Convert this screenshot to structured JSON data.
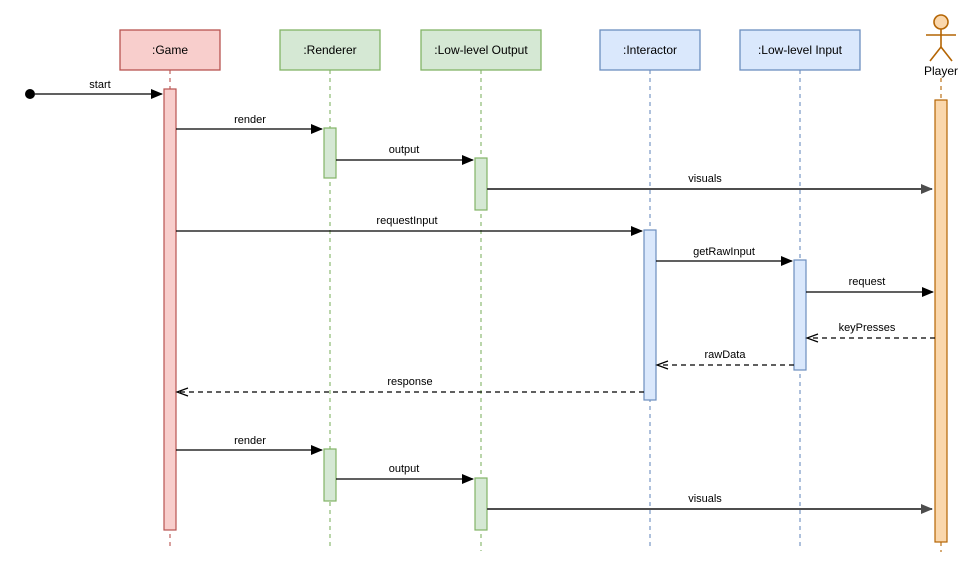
{
  "diagram_type": "uml-sequence-diagram",
  "colors": {
    "background": "#ffffff",
    "red_fill": "#f8cecc",
    "red_stroke": "#b85450",
    "green_fill": "#d5e8d4",
    "green_stroke": "#82b366",
    "blue_fill": "#dae8fc",
    "blue_stroke": "#6c8ebf",
    "orange_fill": "#fad7ac",
    "orange_stroke": "#b46504",
    "arrow": "#000000",
    "visuals_arrow": "#4d4d4d"
  },
  "participants": [
    {
      "label": ":Game",
      "shape": "box",
      "palette": "red"
    },
    {
      "label": ":Renderer",
      "shape": "box",
      "palette": "green"
    },
    {
      "label": ":Low-level Output",
      "shape": "box",
      "palette": "green"
    },
    {
      "label": ":Interactor",
      "shape": "box",
      "palette": "blue"
    },
    {
      "label": ":Low-level Input",
      "shape": "box",
      "palette": "blue"
    },
    {
      "label": "Player",
      "shape": "actor",
      "palette": "orange"
    }
  ],
  "messages": [
    {
      "label": "start",
      "from": "start-node",
      "to": ":Game",
      "kind": "sync"
    },
    {
      "label": "render",
      "from": ":Game",
      "to": ":Renderer",
      "kind": "sync"
    },
    {
      "label": "output",
      "from": ":Renderer",
      "to": ":Low-level Output",
      "kind": "sync"
    },
    {
      "label": "visuals",
      "from": ":Low-level Output",
      "to": "Player",
      "kind": "sync"
    },
    {
      "label": "requestInput",
      "from": ":Game",
      "to": ":Interactor",
      "kind": "sync"
    },
    {
      "label": "getRawInput",
      "from": ":Interactor",
      "to": ":Low-level Input",
      "kind": "sync"
    },
    {
      "label": "request",
      "from": ":Low-level Input",
      "to": "Player",
      "kind": "sync"
    },
    {
      "label": "keyPresses",
      "from": "Player",
      "to": ":Low-level Input",
      "kind": "return"
    },
    {
      "label": "rawData",
      "from": ":Low-level Input",
      "to": ":Interactor",
      "kind": "return"
    },
    {
      "label": "response",
      "from": ":Interactor",
      "to": ":Game",
      "kind": "return"
    },
    {
      "label": "render",
      "from": ":Game",
      "to": ":Renderer",
      "kind": "sync"
    },
    {
      "label": "output",
      "from": ":Renderer",
      "to": ":Low-level Output",
      "kind": "sync"
    },
    {
      "label": "visuals",
      "from": ":Low-level Output",
      "to": "Player",
      "kind": "sync"
    }
  ]
}
